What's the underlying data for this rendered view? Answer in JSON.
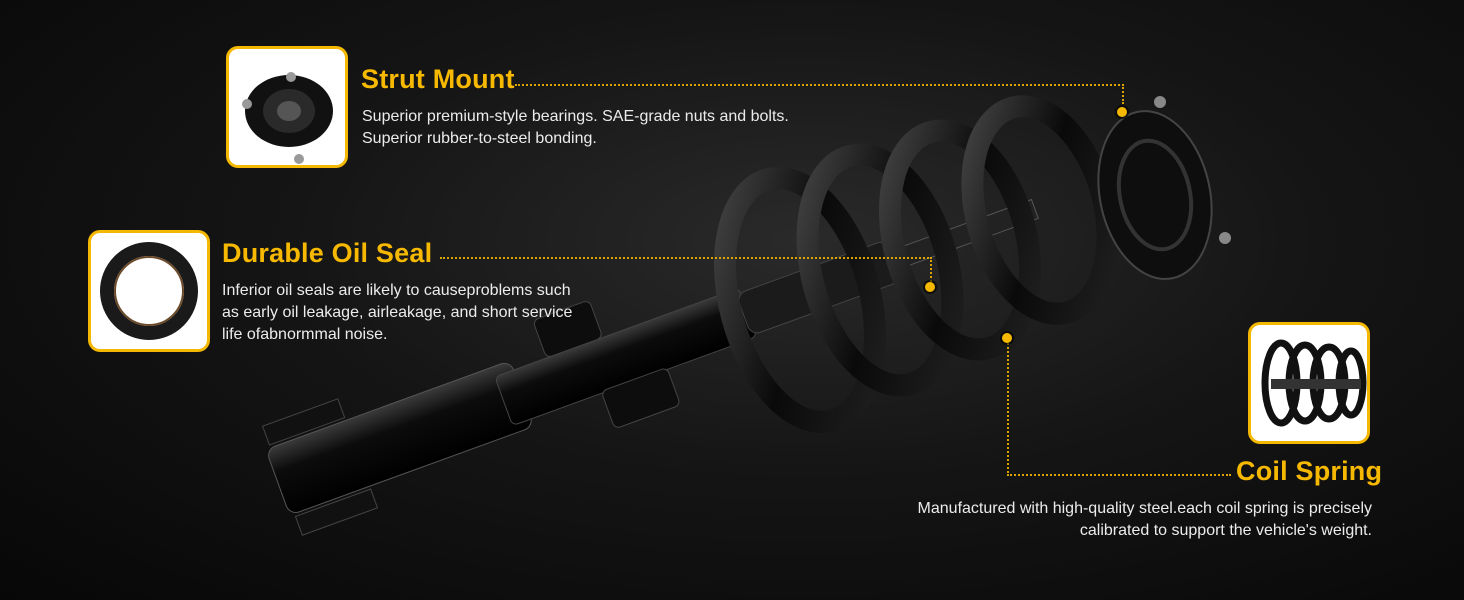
{
  "features": {
    "strut_mount": {
      "title": "Strut Mount",
      "lines": [
        "Superior premium-style bearings. SAE-grade nuts and bolts.",
        "Superior rubber-to-steel bonding."
      ]
    },
    "oil_seal": {
      "title": "Durable Oil Seal",
      "lines": [
        "Inferior oil seals are likely to causeproblems such",
        "as early oil leakage, airleakage, and short service",
        "life ofabnormmal noise."
      ]
    },
    "coil_spring": {
      "title": "Coil Spring",
      "lines": [
        "Manufactured with high-quality steel.each coil spring is precisely",
        "calibrated to support the vehicle's weight."
      ]
    }
  },
  "colors": {
    "accent": "#f7b900",
    "text": "#ececec",
    "background": "#111111"
  },
  "icons": [
    "strut-mount-icon",
    "oil-seal-icon",
    "coil-spring-icon"
  ]
}
